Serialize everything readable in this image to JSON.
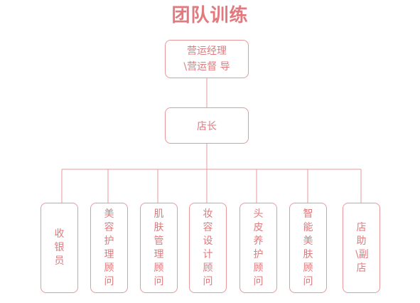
{
  "title": "团队训练",
  "top": {
    "line1": "营运经理",
    "line2": "\\营运督 导"
  },
  "mid": {
    "label": "店长"
  },
  "colors": {
    "accent": "#e07a7e",
    "line": "#e8989b"
  },
  "leaves": [
    {
      "label": "收银员"
    },
    {
      "label": "美容护理顾问"
    },
    {
      "label": "肌肤管理顾问"
    },
    {
      "label": "妆容设计顾问"
    },
    {
      "label": "头皮养护顾问"
    },
    {
      "label": "智能美肤顾问"
    },
    {
      "label": "店助\\副店"
    }
  ]
}
